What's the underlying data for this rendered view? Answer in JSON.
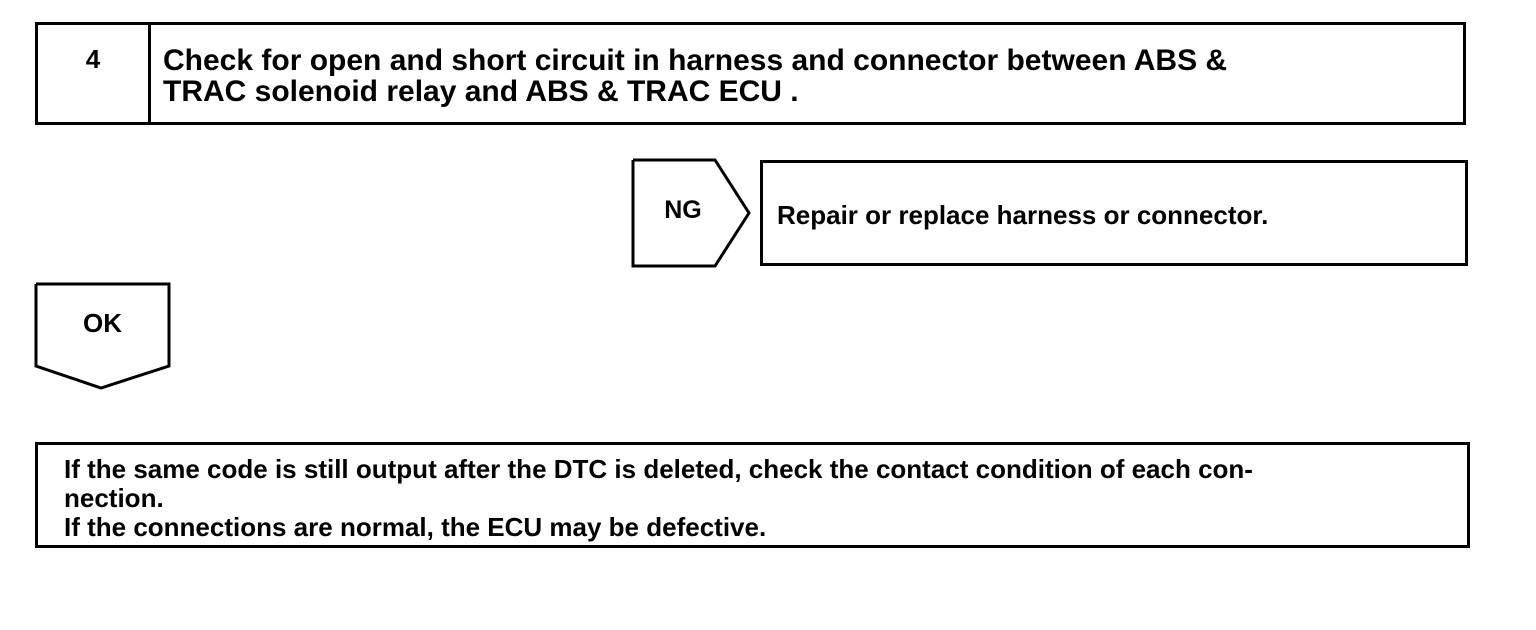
{
  "step": {
    "number": "4",
    "title_line1": "Check for open and short circuit in harness and connector between ABS &",
    "title_line2": "TRAC solenoid relay and ABS & TRAC ECU ."
  },
  "ng_branch": {
    "label": "NG",
    "action": "Repair or replace harness or connector."
  },
  "ok_branch": {
    "label": "OK"
  },
  "note": {
    "line1": "If the same code is still output after the DTC is deleted, check the contact condition of each con-",
    "line2": "nection.",
    "line3": "If the connections are normal, the ECU may be defective."
  }
}
